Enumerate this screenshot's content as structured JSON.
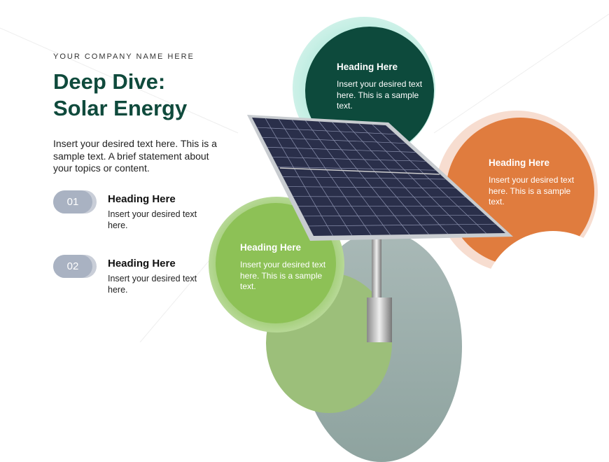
{
  "header": {
    "company": "YOUR COMPANY NAME HERE",
    "title_line1": "Deep Dive:",
    "title_line2": "Solar Energy",
    "intro": "Insert your desired text here. This is a sample text. A brief statement about your topics or content."
  },
  "items": [
    {
      "number": "01",
      "heading": "Heading Here",
      "text": "Insert your desired text here."
    },
    {
      "number": "02",
      "heading": "Heading Here",
      "text": "Insert your desired text here."
    }
  ],
  "circles": [
    {
      "heading": "Heading Here",
      "text": "Insert your desired text here. This is a sample text.",
      "color": "#0d4a3c"
    },
    {
      "heading": "Heading Here",
      "text": "Insert your desired text here. This is a sample text.",
      "color": "#e07c3e"
    },
    {
      "heading": "Heading Here",
      "text": "Insert your desired text here. This is a sample text.",
      "color": "#8dc156"
    }
  ]
}
